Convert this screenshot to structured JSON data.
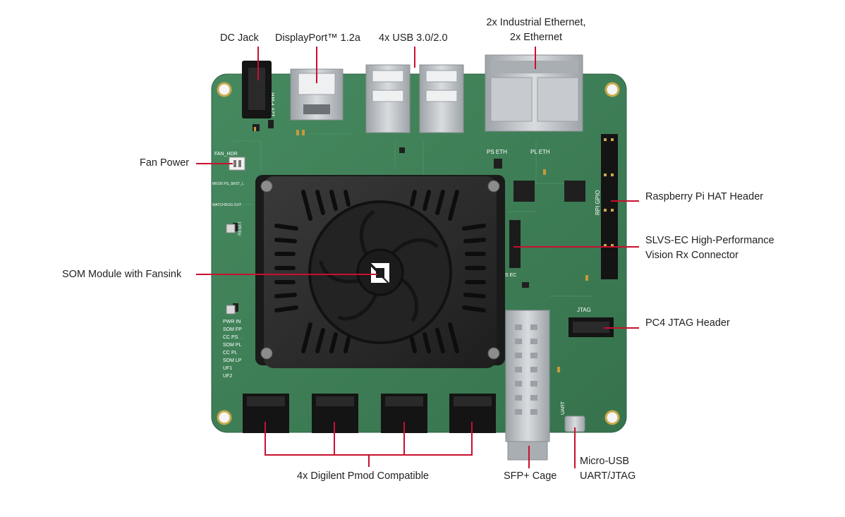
{
  "labels": {
    "dc_jack": "DC Jack",
    "displayport": "DisplayPort™ 1.2a",
    "usb": "4x USB 3.0/2.0",
    "ethernet_line1": "2x Industrial Ethernet,",
    "ethernet_line2": "2x Ethernet",
    "fan_power": "Fan Power",
    "rpi_header": "Raspberry Pi HAT Header",
    "slvs_line1": "SLVS-EC High-Performance",
    "slvs_line2": "Vision Rx Connector",
    "som_module": "SOM Module with Fansink",
    "jtag_header": "PC4 JTAG Header",
    "pmod": "4x Digilent Pmod Compatible",
    "sfp": "SFP+ Cage",
    "micro_usb_line1": "Micro-USB",
    "micro_usb_line2": "UART/JTAG"
  },
  "silkscreen": {
    "pwr": "12V PWR",
    "fan_hdr": "FAN_HDR",
    "ps_eth": "PS ETH",
    "pl_eth": "PL ETH",
    "rpi_gpio": "RPI GPIO",
    "jtag": "JTAG",
    "uart": "UART",
    "reset": "RESET",
    "ps_srst": "MIO26 PS_SRST_L",
    "watchdog": "WATCHDOG OUT",
    "slvs_ec": "S EC",
    "leds": [
      "PWR IN",
      "SOM FP",
      "CC PS",
      "SOM PL",
      "CC PL",
      "SOM LP",
      "UF1",
      "UF2"
    ]
  },
  "colors": {
    "pcb": "#3e8158",
    "pcb_dark": "#2f6645",
    "callout_line": "#c8102e",
    "heatsink": "#2b2b2b",
    "metal": "#b9bdc1"
  }
}
